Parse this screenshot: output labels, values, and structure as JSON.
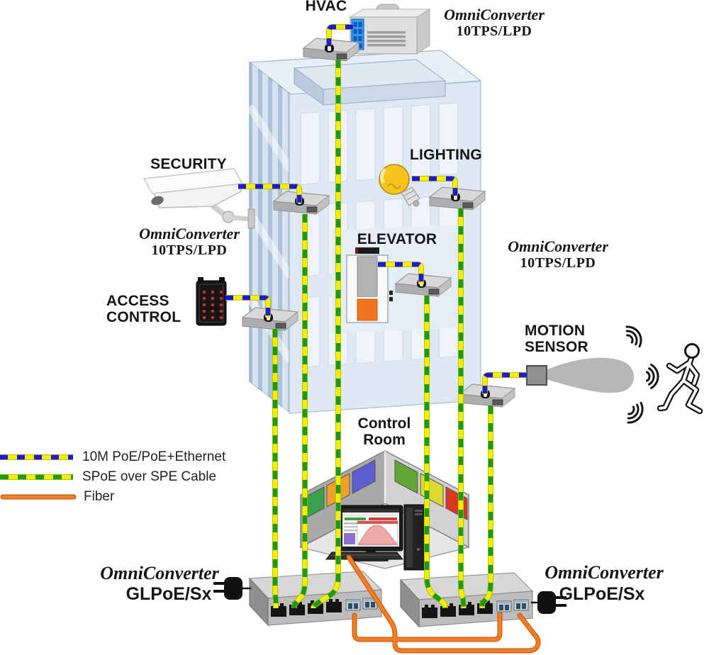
{
  "diagram": {
    "devices": {
      "hvac": "HVAC",
      "security": "SECURITY",
      "lighting": "LIGHTING",
      "elevator": "ELEVATOR",
      "access_line1": "ACCESS",
      "access_line2": "CONTROL",
      "motion_line1": "MOTION",
      "motion_line2": "SENSOR"
    },
    "control_room": {
      "line1": "Control",
      "line2": "Room"
    },
    "media_converters": {
      "top": {
        "name": "OmniConverter",
        "model": "10TPS/LPD"
      },
      "left": {
        "name": "OmniConverter",
        "model": "10TPS/LPD"
      },
      "right": {
        "name": "OmniConverter",
        "model": "10TPS/LPD"
      }
    },
    "switches": {
      "left": {
        "name": "OmniConverter",
        "model": "GLPoE/Sx"
      },
      "right": {
        "name": "OmniConverter",
        "model": "GLPoE/Sx"
      }
    },
    "legend": {
      "poe_label": "10M PoE/PoE+Ethernet",
      "spoe_label": "SPoE over SPE Cable",
      "fiber_label": "Fiber"
    },
    "colors": {
      "poe_yellow": "#f2ef00",
      "poe_blue": "#1a1ae0",
      "spoe_green": "#1a9a1a",
      "fiber_orange": "#f2731d"
    }
  }
}
